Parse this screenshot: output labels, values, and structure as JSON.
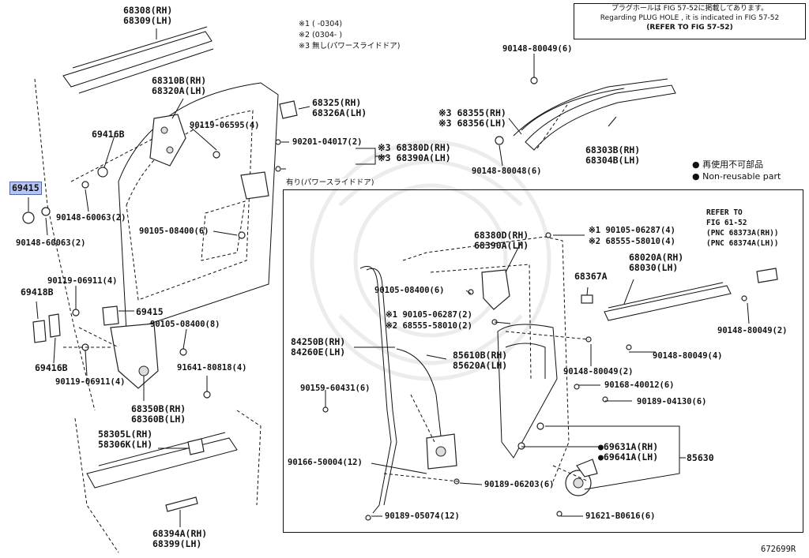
{
  "notes": {
    "plug_jp": "プラグホールは FIG 57-52に掲載してあります。",
    "plug_en": "Regarding PLUG HOLE , it is indicated in FIG 57-52",
    "plug_ref": "(REFER TO FIG 57-52)",
    "n1": "※1 (     -0304)",
    "n2": "※2 (0304-     )",
    "n3": "※3 無し(パワースライドドア)",
    "power_slide": "有り(パワースライドドア)",
    "refer_fig": [
      "REFER TO",
      "FIG 61-52",
      "(PNC 68373A(RH))",
      "(PNC 68374A(LH))"
    ]
  },
  "legend": {
    "jp": "● 再使用不可部品",
    "en": "● Non-reusable part"
  },
  "figure_id": "672699R",
  "parts": {
    "p68308": [
      "68308(RH)",
      "68309(LH)"
    ],
    "p68310": [
      "68310B(RH)",
      "68320A(LH)"
    ],
    "p68325": [
      "68325(RH)",
      "68326A(LH)"
    ],
    "p90119_06595": "90119-06595(4)",
    "p69416b_top": "69416B",
    "p69415_hl": "69415",
    "p90148_60063_a": "90148-60063(2)",
    "p90148_60063_b": "90148-60063(2)",
    "p90201": "90201-04017(2)",
    "p68380d_top": [
      "※3 68380D(RH)",
      "※3 68390A(LH)"
    ],
    "p90105_08400_6": "90105-08400(6)",
    "p90119_06911_4a": "90119-06911(4)",
    "p69418b": "69418B",
    "p69415": "69415",
    "p90105_08400_8": "90105-08400(8)",
    "p69416b_bot": "69416B",
    "p90119_06911_4b": "90119-06911(4)",
    "p91641": "91641-80818(4)",
    "p68350b": [
      "68350B(RH)",
      "68360B(LH)"
    ],
    "p58305l": [
      "58305L(RH)",
      "58306K(LH)"
    ],
    "p68394a": [
      "68394A(RH)",
      "68399(LH)"
    ],
    "p90148_80049_6": "90148-80049(6)",
    "p68355": [
      "※3 68355(RH)",
      "※3 68356(LH)"
    ],
    "p68303b": [
      "68303B(RH)",
      "68304B(LH)"
    ],
    "p90148_80048": "90148-80048(6)",
    "p68380d_box": [
      "68380D(RH)",
      "68390A(LH)"
    ],
    "p90105_06287_a": [
      "※1 90105-06287(4)",
      "※2 68555-58010(4)"
    ],
    "p90105_08400_6b": "90105-08400(6)",
    "p68367a": "68367A",
    "p68020a": [
      "68020A(RH)",
      "68030(LH)"
    ],
    "p90105_06287_b": [
      "※1 90105-06287(2)",
      "※2 68555-58010(2)"
    ],
    "p90148_80049_2a": "90148-80049(2)",
    "p84250b": [
      "84250B(RH)",
      "84260E(LH)"
    ],
    "p85610b": [
      "85610B(RH)",
      "85620A(LH)"
    ],
    "p90148_80049_4": "90148-80049(4)",
    "p90148_80049_2b": "90148-80049(2)",
    "p90159": "90159-60431(6)",
    "p90168": "90168-40012(6)",
    "p90189_04130": "90189-04130(6)",
    "p69631a": [
      "●69631A(RH)",
      "●69641A(LH)"
    ],
    "p85630": "85630",
    "p90166": "90166-50004(12)",
    "p90189_06203": "90189-06203(6)",
    "p90189_05074": "90189-05074(12)",
    "p91621": "91621-B0616(6)"
  }
}
